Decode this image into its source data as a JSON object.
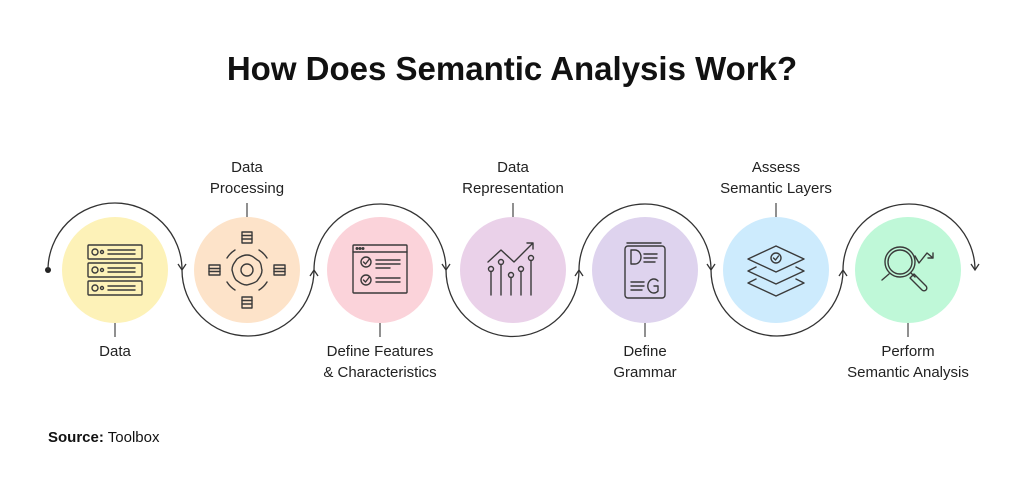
{
  "title": "How Does Semantic Analysis Work?",
  "steps": [
    {
      "label_lines": [
        "Data"
      ],
      "icon": "server-rack-icon",
      "color": "#fdf2b8",
      "label_position": "bottom"
    },
    {
      "label_lines": [
        "Data",
        "Processing"
      ],
      "icon": "gear-network-icon",
      "color": "#fde3c9",
      "label_position": "top"
    },
    {
      "label_lines": [
        "Define Features",
        "& Characteristics"
      ],
      "icon": "checklist-window-icon",
      "color": "#fbd3da",
      "label_position": "bottom"
    },
    {
      "label_lines": [
        "Data",
        "Representation"
      ],
      "icon": "trend-chart-icon",
      "color": "#ead1e9",
      "label_position": "top"
    },
    {
      "label_lines": [
        "Define",
        "Grammar"
      ],
      "icon": "grammar-document-icon",
      "color": "#ded3ee",
      "label_position": "bottom"
    },
    {
      "label_lines": [
        "Assess",
        "Semantic Layers"
      ],
      "icon": "layers-check-icon",
      "color": "#cdebfd",
      "label_position": "top"
    },
    {
      "label_lines": [
        "Perform",
        "Semantic Analysis"
      ],
      "icon": "magnifier-trend-icon",
      "color": "#bff8d8",
      "label_position": "bottom"
    }
  ],
  "source": {
    "label": "Source:",
    "value": "Toolbox"
  }
}
